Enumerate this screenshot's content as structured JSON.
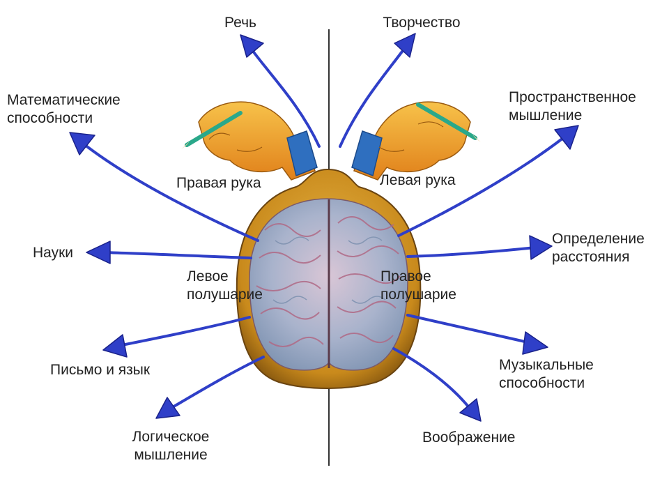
{
  "labels": {
    "speech": [
      "Речь"
    ],
    "creativity": [
      "Творчество"
    ],
    "math": [
      "Математические",
      "способности"
    ],
    "spatial": [
      "Пространственное",
      "мышление"
    ],
    "right_hand": [
      "Правая рука"
    ],
    "left_hand": [
      "Левая рука"
    ],
    "sciences": [
      "Науки"
    ],
    "distance": [
      "Определение",
      "расстояния"
    ],
    "left_hemisphere": [
      "Левое",
      "полушарие"
    ],
    "right_hemisphere": [
      "Правое",
      "полушарие"
    ],
    "writing": [
      "Письмо и язык"
    ],
    "music": [
      "Музыкальные",
      "способности"
    ],
    "logic": [
      "Логическое",
      "мышление"
    ],
    "imagination": [
      "Воображение"
    ]
  },
  "colors": {
    "arrow": "#2f3fc8",
    "arrow_dark": "#1a228a",
    "brain_shell": "#c98a1c",
    "brain_tissue": "#9fb0c8",
    "divider": "#333333",
    "hand_skin": "#f2a12e",
    "cuff": "#2f6fbf",
    "pencil": "#2aa88a"
  },
  "icons": [
    "right-hand-with-pencil-icon",
    "left-hand-with-pencil-icon",
    "brain-icon"
  ]
}
